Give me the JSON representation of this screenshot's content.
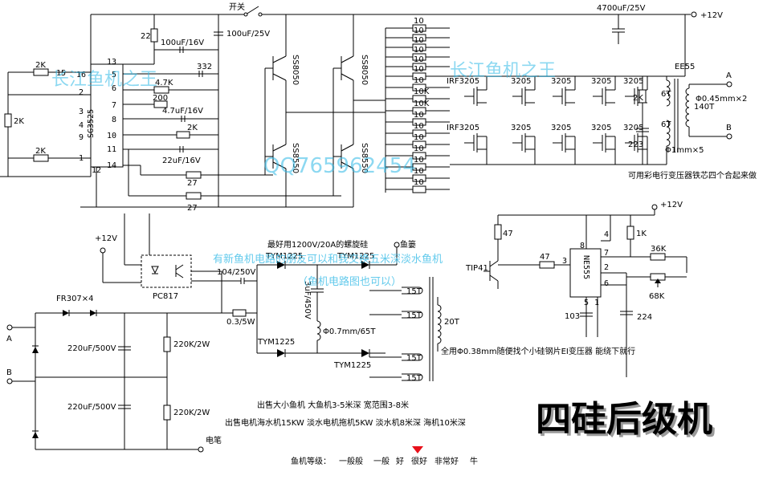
{
  "watermark": {
    "brand": "长江鱼机之王",
    "qq": "QQ765962454",
    "line1": "有新鱼机电路的朋友可以和我交换五米深淡水鱼机",
    "line2": "（鱼机电路图也可以）"
  },
  "title": "四硅后级机",
  "switch_label": "开关",
  "rail_cap_label": "4700uF/25V",
  "vcc_label": "+12V",
  "controller": {
    "name": "SG3525",
    "pins": [
      "16",
      "2",
      "3",
      "4",
      "9",
      "1",
      "13",
      "5",
      "6",
      "7",
      "8",
      "10",
      "11",
      "14",
      "12",
      "15"
    ]
  },
  "control_parts": [
    "2K",
    "2K",
    "2K",
    "22",
    "100uF/16V",
    "100uF/25V",
    "332",
    "4.7K",
    "200",
    "4.7uF/16V",
    "2K",
    "22uF/16V",
    "27",
    "27"
  ],
  "drivers": [
    "SS8050",
    "SS8050",
    "SS8550",
    "SS8550"
  ],
  "gate_resistors": [
    "10",
    "10",
    "10",
    "10",
    "10",
    "10",
    "10",
    "10K",
    "10K",
    "10",
    "10",
    "10",
    "10",
    "10",
    "10",
    "10"
  ],
  "mosfets": [
    "IRF3205",
    "3205",
    "3205",
    "3205",
    "3205",
    "IRF3205",
    "3205",
    "3205",
    "3205",
    "3205"
  ],
  "output": {
    "transformer": "EE55",
    "primary_turns": "6T",
    "secondary_turns": "140T",
    "wire1": "Φ0.45mm×2",
    "wire2": "Φ1mm×5",
    "snubber_r": "2K",
    "snubber_c": "223",
    "terminal_a": "A",
    "terminal_b": "B",
    "note": "可用彩电行变压器铁芯四个合起来做"
  },
  "rear": {
    "feedback_vcc": "+12V",
    "optocoupler": "PC817",
    "bridge": "FR307×4",
    "cap_top": "220uF/500V",
    "cap_bottom": "220uF/500V",
    "res_top": "220K/2W",
    "res_bottom": "220K/2W",
    "cap_film": "104/250V",
    "res_sense": "0.3/5W",
    "terminal_a": "A",
    "terminal_b": "B",
    "electrode": "电笔",
    "thyristor_note": "最好用1200V/20A的螺旋硅",
    "net_label": "鱼篓",
    "scr": [
      "TYM1225",
      "TYM1225",
      "TYM1225",
      "TYM1225"
    ],
    "cap_pulse": "3uF/450V",
    "coil": "Φ0.7mm/65T",
    "windings": [
      "15T",
      "15T",
      "15T",
      "15T"
    ],
    "main_winding": "20T",
    "winding_note": "全用Φ0.38mm随便找个小硅钢片EI变压器 能绕下就行"
  },
  "timer": {
    "vcc": "+12V",
    "r1": "47",
    "r2": "47",
    "transistor": "TIP41",
    "ic": "NE555",
    "pins": [
      "8",
      "4",
      "7",
      "2",
      "6",
      "5",
      "1",
      "3"
    ],
    "r_1k": "1K",
    "r_36k": "36K",
    "pot": "68K",
    "c1": "103",
    "c2": "224"
  },
  "ad": {
    "line1": "出售大小鱼机 大鱼机3-5米深 宽范围3-8米",
    "line2": "出售电机海水机15KW 淡水电机拖机5KW 淡水机8米深 海机10米深"
  },
  "grade": {
    "label": "鱼机等级：",
    "levels": [
      "一般般",
      "一般",
      "好",
      "很好",
      "非常好",
      "牛"
    ]
  }
}
